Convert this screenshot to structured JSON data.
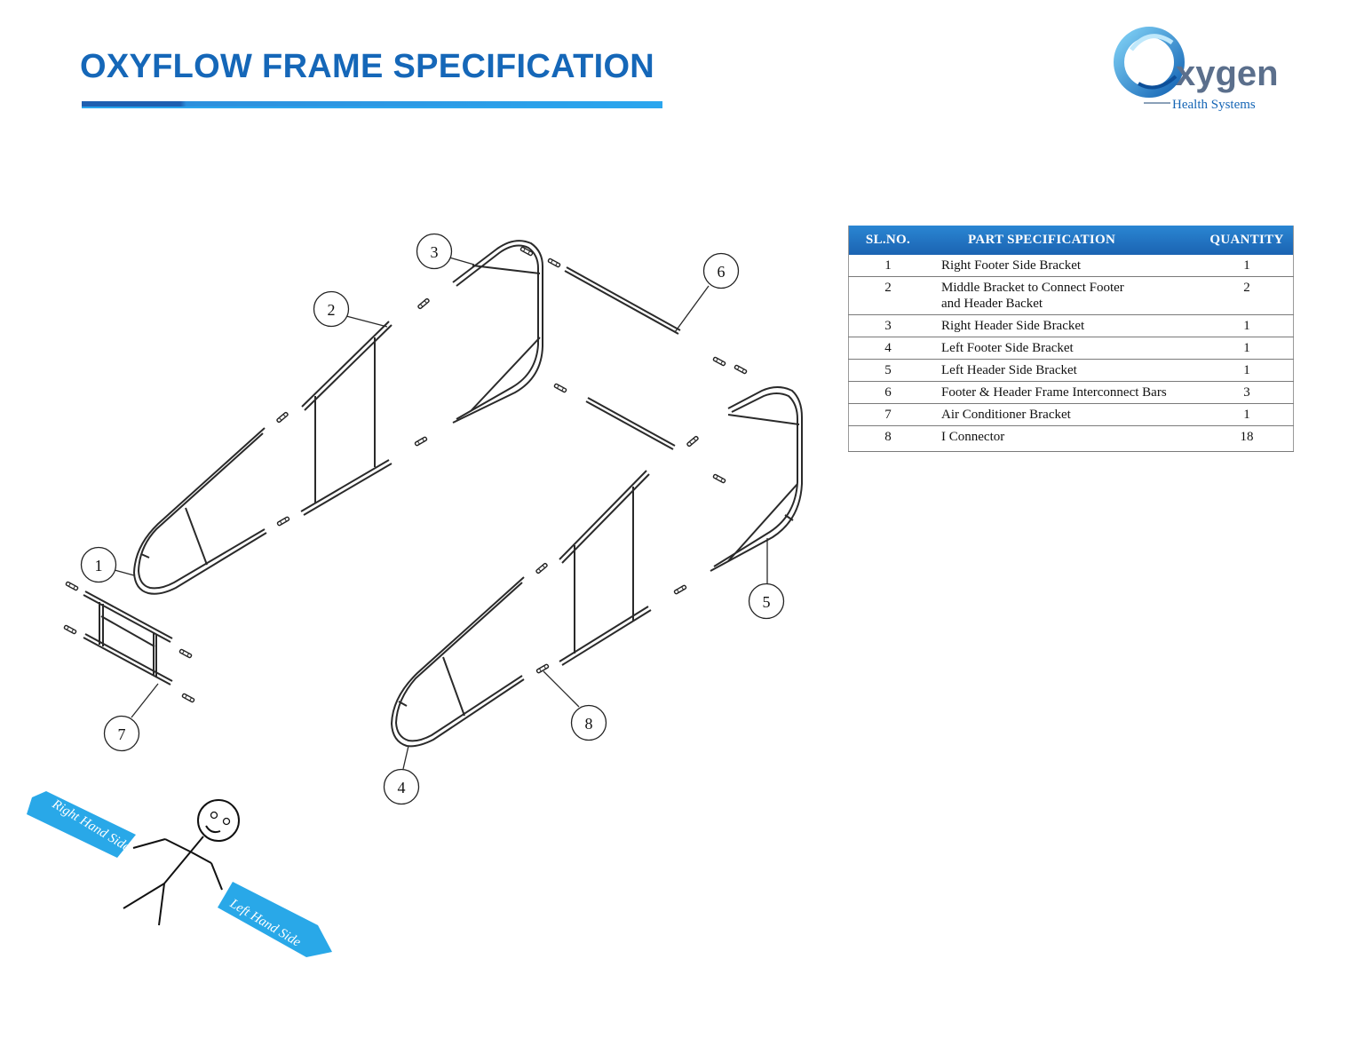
{
  "header": {
    "title": "OXYFLOW FRAME SPECIFICATION"
  },
  "logo": {
    "wordmark": "xygen",
    "tagline": "Health Systems"
  },
  "colors": {
    "brand_blue": "#1567b8",
    "accent_cyan": "#2ba6ee",
    "table_header": "#1f6fbf",
    "arrow_fill": "#29a8e8"
  },
  "table": {
    "headers": [
      "SL.NO.",
      "PART SPECIFICATION",
      "QUANTITY"
    ],
    "rows": [
      {
        "sl": "1",
        "spec": "Right Footer Side Bracket",
        "qty": "1"
      },
      {
        "sl": "2",
        "spec_line1": "Middle Bracket to Connect Footer",
        "spec_line2": "and Header Backet",
        "qty": "2"
      },
      {
        "sl": "3",
        "spec": "Right Header Side Bracket",
        "qty": "1"
      },
      {
        "sl": "4",
        "spec": "Left Footer Side Bracket",
        "qty": "1"
      },
      {
        "sl": "5",
        "spec": "Left Header Side Bracket",
        "qty": "1"
      },
      {
        "sl": "6",
        "spec": "Footer & Header Frame Interconnect Bars",
        "qty": "3"
      },
      {
        "sl": "7",
        "spec": "Air Conditioner Bracket",
        "qty": "1"
      },
      {
        "sl": "8",
        "spec": "I Connector",
        "qty": "18"
      }
    ]
  },
  "callouts": [
    "1",
    "2",
    "3",
    "4",
    "5",
    "6",
    "7",
    "8"
  ],
  "orientation": {
    "right_label": "Right Hand Side",
    "left_label": "Left Hand Side"
  }
}
